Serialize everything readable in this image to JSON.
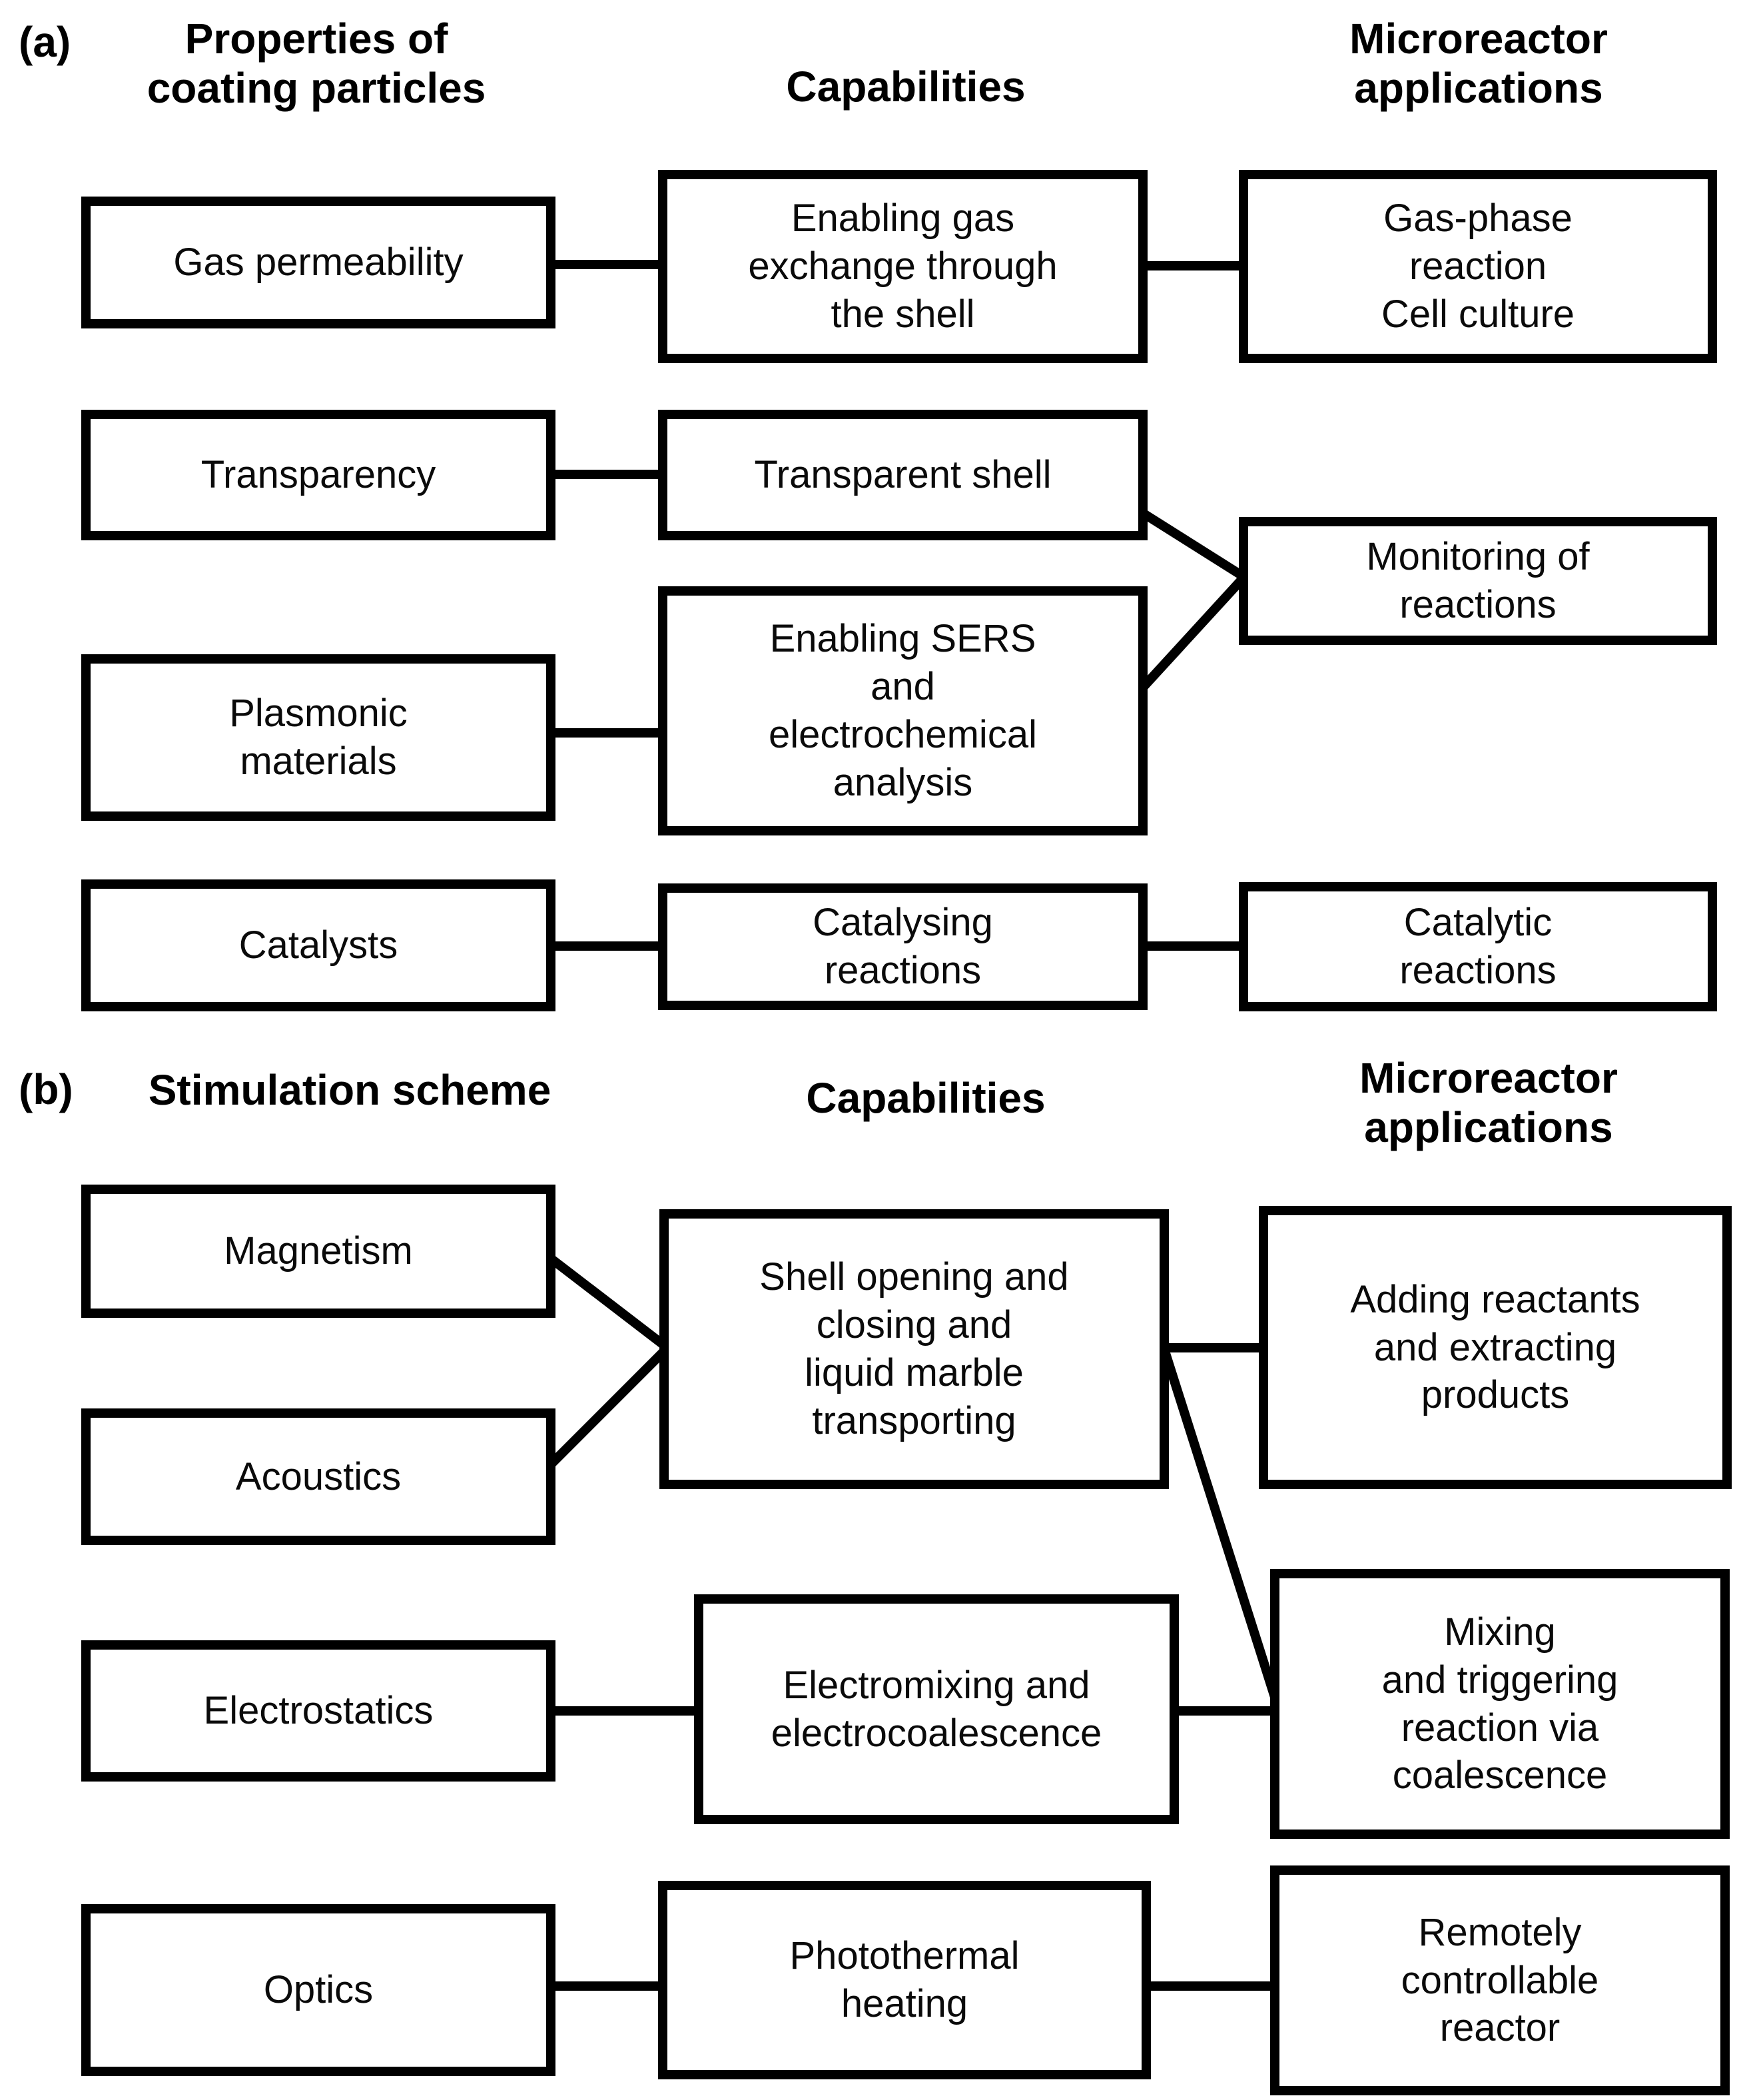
{
  "figure": {
    "panel_a": {
      "tag": "(a)",
      "col_headers": {
        "properties": "Properties of\ncoating particles",
        "capabilities": "Capabilities",
        "applications": "Microreactor\napplications"
      },
      "properties": {
        "gas_permeability": "Gas permeability",
        "transparency": "Transparency",
        "plasmonic_materials": "Plasmonic\nmaterials",
        "catalysts": "Catalysts"
      },
      "capabilities": {
        "gas_exchange": "Enabling gas\nexchange through\nthe shell",
        "transparent_shell": "Transparent shell",
        "sers_analysis": "Enabling SERS\nand\nelectrochemical\nanalysis",
        "catalysing_reactions": "Catalysing\nreactions"
      },
      "applications": {
        "gas_phase": "Gas-phase\nreaction\nCell culture",
        "monitoring": "Monitoring of\nreactions",
        "catalytic_reactions": "Catalytic\nreactions"
      }
    },
    "panel_b": {
      "tag": "(b)",
      "col_headers": {
        "stimulation": "Stimulation scheme",
        "capabilities": "Capabilities",
        "applications": "Microreactor\napplications"
      },
      "stimulation": {
        "magnetism": "Magnetism",
        "acoustics": "Acoustics",
        "electrostatics": "Electrostatics",
        "optics": "Optics"
      },
      "capabilities": {
        "shell_opening": "Shell opening and\nclosing and\nliquid marble\ntransporting",
        "electromixing": "Electromixing and\nelectrocoalescence",
        "photothermal": "Photothermal\nheating"
      },
      "applications": {
        "adding_reactants": "Adding reactants\nand extracting\nproducts",
        "mixing_triggering": "Mixing\nand triggering\nreaction via\ncoalescence",
        "remote_reactor": "Remotely\ncontrollable\nreactor"
      }
    }
  }
}
